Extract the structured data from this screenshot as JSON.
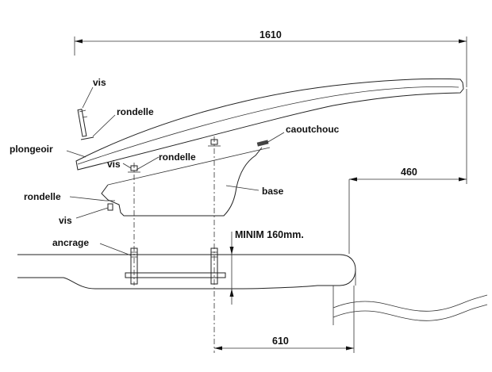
{
  "dimensions": {
    "overall_length": "1610",
    "overhang": "460",
    "base_offset": "610",
    "minimum_height": "MINIM 160mm."
  },
  "labels": {
    "vis_top": "vis",
    "rondelle_top": "rondelle",
    "plongeoir": "plongeoir",
    "caoutchouc": "caoutchouc",
    "vis_mid": "vis",
    "rondelle_mid": "rondelle",
    "base": "base",
    "rondelle_low": "rondelle",
    "vis_low": "vis",
    "ancrage": "ancrage"
  }
}
